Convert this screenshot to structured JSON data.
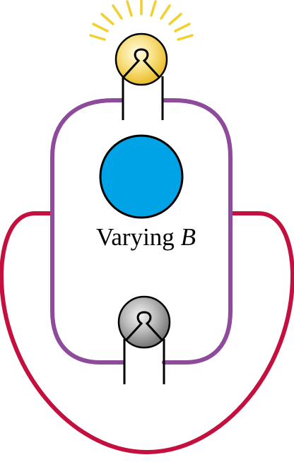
{
  "label": {
    "text": "Varying ",
    "variable": "B"
  },
  "colors": {
    "inner_loop": "#8e4a9b",
    "outer_loop": "#c4103f",
    "field_region": "#00a3e6",
    "lit_bulb": "#f5d35a",
    "unlit_bulb": "#9a9a9a",
    "rays": "#f2d02e",
    "lines": "#000000"
  },
  "elements": {
    "top_bulb": {
      "state": "lit"
    },
    "bottom_bulb": {
      "state": "unlit"
    }
  }
}
